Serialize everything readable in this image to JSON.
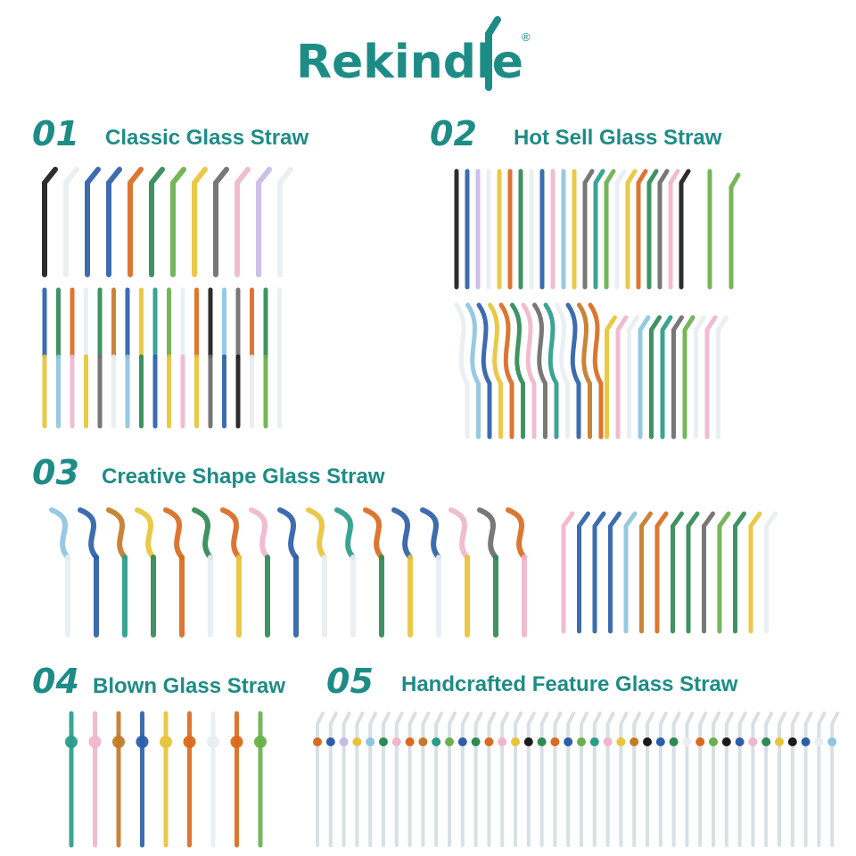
{
  "brand": {
    "logo_text": "Rekindle",
    "registered_mark": "®",
    "color": "#1e8c86"
  },
  "sections": [
    {
      "number": "01",
      "title": "Classic Glass Straw"
    },
    {
      "number": "02",
      "title": "Hot Sell Glass Straw"
    },
    {
      "number": "03",
      "title": "Creative Shape Glass Straw"
    },
    {
      "number": "04",
      "title": "Blown Glass Straw"
    },
    {
      "number": "05",
      "title": "Handcrafted Feature Glass Straw"
    }
  ],
  "straw_colors": {
    "black": "#1b1b1b",
    "clear": "#e8eef2",
    "blue": "#2c5fa8",
    "sky": "#8ec4e0",
    "orange": "#d96a1e",
    "green": "#2f8a55",
    "lime": "#6ab04c",
    "yellow": "#e8c43a",
    "gray": "#6d6d6d",
    "pink": "#efb6cc",
    "lavender": "#c9b8e8",
    "teal": "#2a9c8a",
    "amber": "#c47a28"
  }
}
